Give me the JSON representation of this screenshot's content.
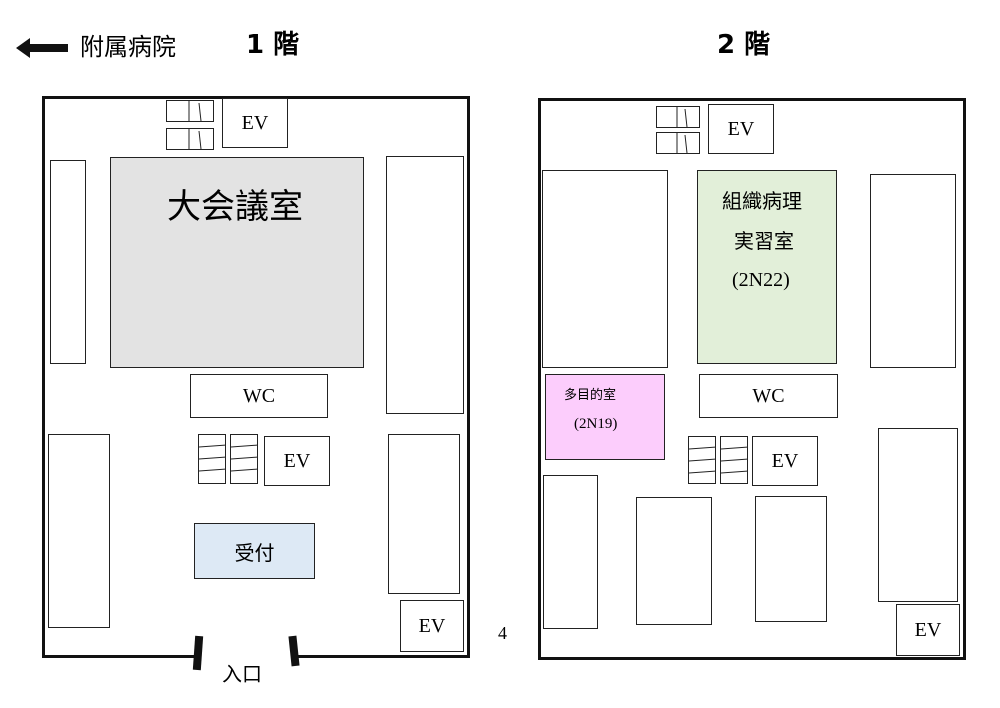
{
  "header": {
    "hospital_link": "附属病院",
    "floor1_title": "1 階",
    "floor2_title": "2 階"
  },
  "floor1": {
    "main_hall": "大会議室",
    "wc": "WC",
    "ev_top": "EV",
    "ev_mid": "EV",
    "ev_bottom": "EV",
    "reception": "受付",
    "entrance": "入口"
  },
  "floor2": {
    "ev_top": "EV",
    "histology_line1": "組織病理",
    "histology_line2": "実習室",
    "histology_line3": "(2N22)",
    "multipurpose_line1": "多目的室",
    "multipurpose_line2": "(2N19)",
    "wc": "WC",
    "ev_mid": "EV",
    "ev_bottom": "EV"
  },
  "page_number": "4",
  "colors": {
    "main_hall": "#e3e3e3",
    "reception": "#dde9f5",
    "histology": "#e2efd9",
    "multipurpose": "#fccdfc"
  }
}
